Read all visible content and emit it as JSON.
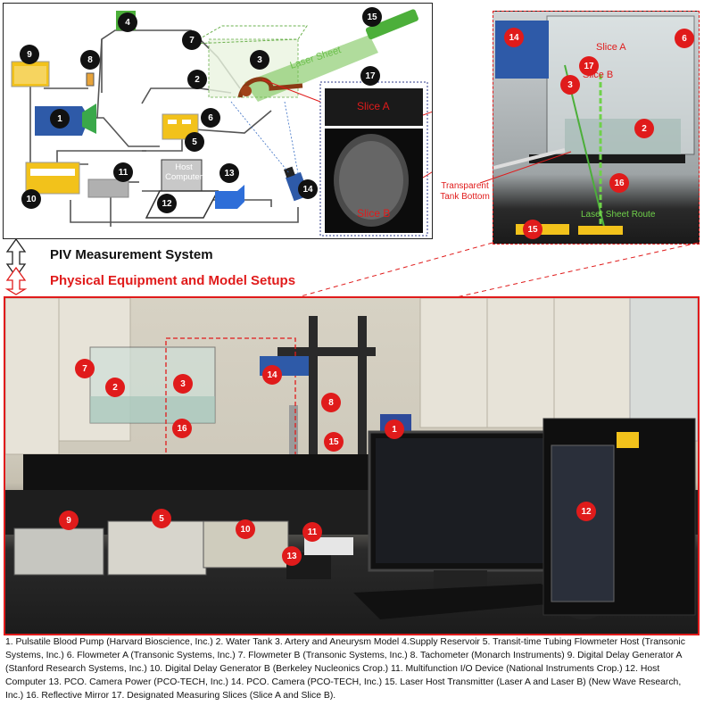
{
  "top_left_schematic": {
    "host_computer_label": "Host\nComputer",
    "laser_sheet_label": "Laser Sheet",
    "slice_a_label": "Slice A",
    "slice_b_label": "Slice B",
    "badges": [
      "1",
      "2",
      "3",
      "4",
      "5",
      "6",
      "7",
      "8",
      "9",
      "10",
      "11",
      "12",
      "13",
      "14",
      "15",
      "17"
    ]
  },
  "top_right_photo": {
    "slice_a_label": "Slice A",
    "slice_b_label": "Slice B",
    "laser_route_label": "Laser Sheet Route",
    "transparent_bottom_label": "Transparent\nTank Bottom",
    "badges": [
      "14",
      "6",
      "17",
      "3",
      "2",
      "16",
      "15"
    ]
  },
  "middle_labels": {
    "piv_title": "PIV Measurement System",
    "physical_title": "Physical Equipment and Model Setups"
  },
  "bottom_photo": {
    "badges": [
      "7",
      "2",
      "3",
      "14",
      "8",
      "1",
      "16",
      "15",
      "9",
      "5",
      "10",
      "11",
      "13",
      "12"
    ]
  },
  "caption": "1. Pulsatile Blood Pump (Harvard Bioscience, Inc.) 2. Water Tank 3. Artery and Aneurysm Model 4.Supply Reservoir 5. Transit-time Tubing Flowmeter Host (Transonic Systems, Inc.) 6. Flowmeter A (Transonic Systems, Inc.) 7. Flowmeter B (Transonic Systems, Inc.) 8. Tachometer (Monarch Instruments) 9. Digital Delay Generator A (Stanford Research Systems, Inc.) 10. Digital Delay Generator B (Berkeley Nucleonics Crop.) 11. Multifunction I/O Device (National Instruments Crop.) 12. Host Computer 13. PCO. Camera Power (PCO-TECH, Inc.) 14. PCO. Camera (PCO-TECH, Inc.) 15. Laser Host Transmitter (Laser A and Laser B) (New Wave Research, Inc.) 16. Reflective Mirror 17. Designated Measuring Slices (Slice A and Slice B).",
  "colors": {
    "badge_black": "#111111",
    "badge_red": "#e01b1b",
    "laser_green": "#4caf3a",
    "frame_red": "#e01b1b",
    "pump_blue": "#2e5aa8",
    "reservoir_yellow": "#f2c21b"
  }
}
